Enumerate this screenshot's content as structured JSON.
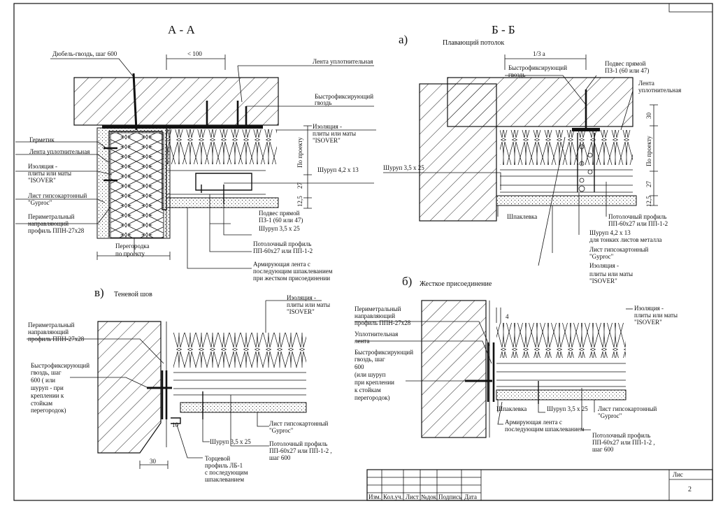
{
  "sections": {
    "aa_title": "А - А",
    "bb_title": "Б - Б",
    "a_mark": "а)",
    "a_caption": "Плавающий потолок",
    "b_mark": "б)",
    "b_caption": "Жесткое присоединение",
    "v_mark": "в)",
    "v_caption": "Теневой шов"
  },
  "aa": {
    "dowel": "Дюбель-гвоздь, шаг 600",
    "dim_100": "< 100",
    "tape": "Лента уплотнительная",
    "fast_nail_1": "Быстрофиксирующий",
    "fast_nail_2": "гвоздь",
    "hermetic": "Герметик",
    "tape_left": "Лента уплотнительная",
    "iso_l1": "Изоляция -",
    "iso_l2": "плиты или маты",
    "iso_l3": "\"ISOVER\"",
    "iso_r1": "Изоляция -",
    "iso_r2": "плиты или маты",
    "iso_r3": "\"ISOVER\"",
    "screw_42": "Шуруп 4,2 х 13",
    "board_1": "Лист гипсокартонный",
    "board_2": "\"Gyproc\"",
    "perim_1": "Периметральный",
    "perim_2": "направляющий",
    "perim_3": "профиль ППН-27х28",
    "hanger_1": "Подвес прямой",
    "hanger_2": "ПЗ-1 (60 или 47)",
    "screw_35": "Шуруп 3,5 х 25",
    "ceil_1": "Потолочный профиль",
    "ceil_2": "ПП-60х27  или ПП-1-2",
    "part_1": "Перегородка",
    "part_2": "по проекту",
    "arm_1": "Армирующая лента с",
    "arm_2": "последующим шпаклеванием",
    "arm_3": "при жестком присоединении",
    "by_project": "По проекту",
    "dim_27": "27",
    "dim_125": "12,5"
  },
  "bb": {
    "dim_13a": "1/3 a",
    "fast_nail_1": "Быстрофиксирующий",
    "fast_nail_2": "гвоздь",
    "hanger_1": "Подвес прямой",
    "hanger_2": "ПЗ-1 (60 или 47)",
    "tape_1": "Лента",
    "tape_2": "уплотнительная",
    "dim_30": "30",
    "by_project": "По проекту",
    "dim_27": "27",
    "dim_125": "12,5",
    "screw_35": "Шуруп 3,5 х 25",
    "putty": "Шпаклевка",
    "ceil_1": "Потолочный профиль",
    "ceil_2": "ПП-60х27 или ПП-1-2",
    "screw_42": "Шуруп 4,2 х 13",
    "thin_metal": "для тонких листов металла",
    "board_1": "Лист гипсокартонный",
    "board_2": "\"Gyproc\"",
    "iso_1": "Изоляция -",
    "iso_2": "плиты или маты",
    "iso_3": "\"ISOVER\""
  },
  "v": {
    "iso_1": "Изоляция -",
    "iso_2": "плиты или маты",
    "iso_3": "\"ISOVER\"",
    "perim_1": "Периметральный",
    "perim_2": "направляющий",
    "perim_3": "профиль ППН-27х28",
    "nail_1": "Быстрофиксирующий",
    "nail_2": "гвоздь, шаг",
    "nail_3": "600 ( или",
    "nail_4": "шуруп  - при",
    "nail_5": "креплении к",
    "nail_6": "стойкам",
    "nail_7": "перегородок)",
    "dim_10": "10",
    "screw": "Шуруп 3,5 х 25",
    "board_1": "Лист гипсокартонный",
    "board_2": "\"Gyproc\"",
    "end_1": "Торцевой",
    "end_2": "профиль ЛБ-1",
    "end_3": "с последующим",
    "end_4": "шпаклеванием",
    "ceil_1": "Потолочный профиль",
    "ceil_2": "ПП-60х27 или ПП-1-2 ,",
    "ceil_3": "шаг 600",
    "dim_30": "30"
  },
  "b": {
    "perim_1": "Периметральный",
    "perim_2": "направляющий",
    "perim_3": "профиль ППН-27х28",
    "tape_1": "Уплотнительная",
    "tape_2": "лента",
    "nail_1": "Быстрофиксирующий",
    "nail_2": "гвоздь, шаг",
    "nail_3": "600",
    "nail_4": "(или шуруп",
    "nail_5": "при креплении",
    "nail_6": "к стойкам",
    "nail_7": "перегородок)",
    "dim_4": "4",
    "iso_1": "Изоляция -",
    "iso_2": "плиты или маты",
    "iso_3": "\"ISOVER\"",
    "putty": "Шпаклевка",
    "screw": "Шуруп 3,5 х 25",
    "board_1": "Лист гипсокартонный",
    "board_2": "\"Gyproc\"",
    "arm_1": "Армирующая лента с",
    "arm_2": "последующим шпаклеванием",
    "ceil_1": "Потолочный профиль",
    "ceil_2": "ПП-60х27 или ПП-1-2 ,",
    "ceil_3": "шаг 600"
  },
  "stamp": {
    "izm": "Изм.",
    "koluch": "Кол.уч.",
    "list": "Лист",
    "ndok": "№док.",
    "podpis": "Подпись",
    "data": "Дата",
    "lis": "Лис",
    "page": "2"
  }
}
